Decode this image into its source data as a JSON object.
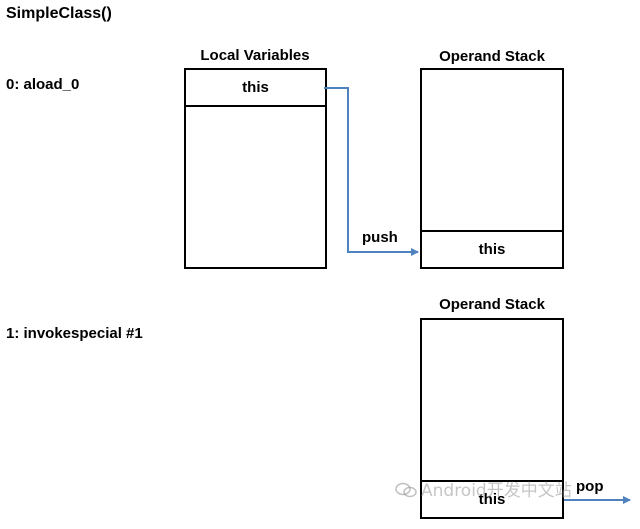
{
  "title": "SimpleClass()",
  "steps": [
    {
      "instruction": "0: aload_0"
    },
    {
      "instruction": "1: invokespecial #1"
    }
  ],
  "local_variables": {
    "label": "Local Variables",
    "slot0": "this"
  },
  "operand_stack_1": {
    "label": "Operand Stack",
    "top": "this"
  },
  "operand_stack_2": {
    "label": "Operand Stack",
    "top": "this"
  },
  "arrows": {
    "push": "push",
    "pop": "pop"
  },
  "colors": {
    "arrow": "#4f81bd",
    "border": "#000000",
    "text": "#000000"
  },
  "watermark": "Android开发中文站"
}
